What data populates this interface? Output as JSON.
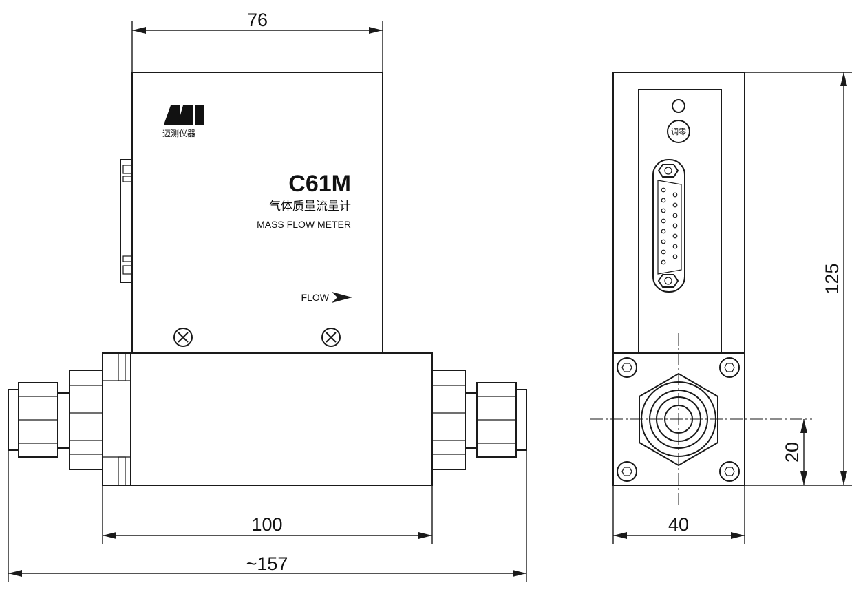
{
  "dimensions": {
    "top_width": "76",
    "body_length": "100",
    "overall_length": "~157",
    "side_width": "40",
    "height": "125",
    "inlet_height": "20"
  },
  "label": {
    "brand": "迈测仪器",
    "model": "C61M",
    "name_cn": "气体质量流量计",
    "name_en": "MASS FLOW METER",
    "flow_text": "FLOW"
  },
  "side_panel": {
    "zero_label": "调零"
  }
}
